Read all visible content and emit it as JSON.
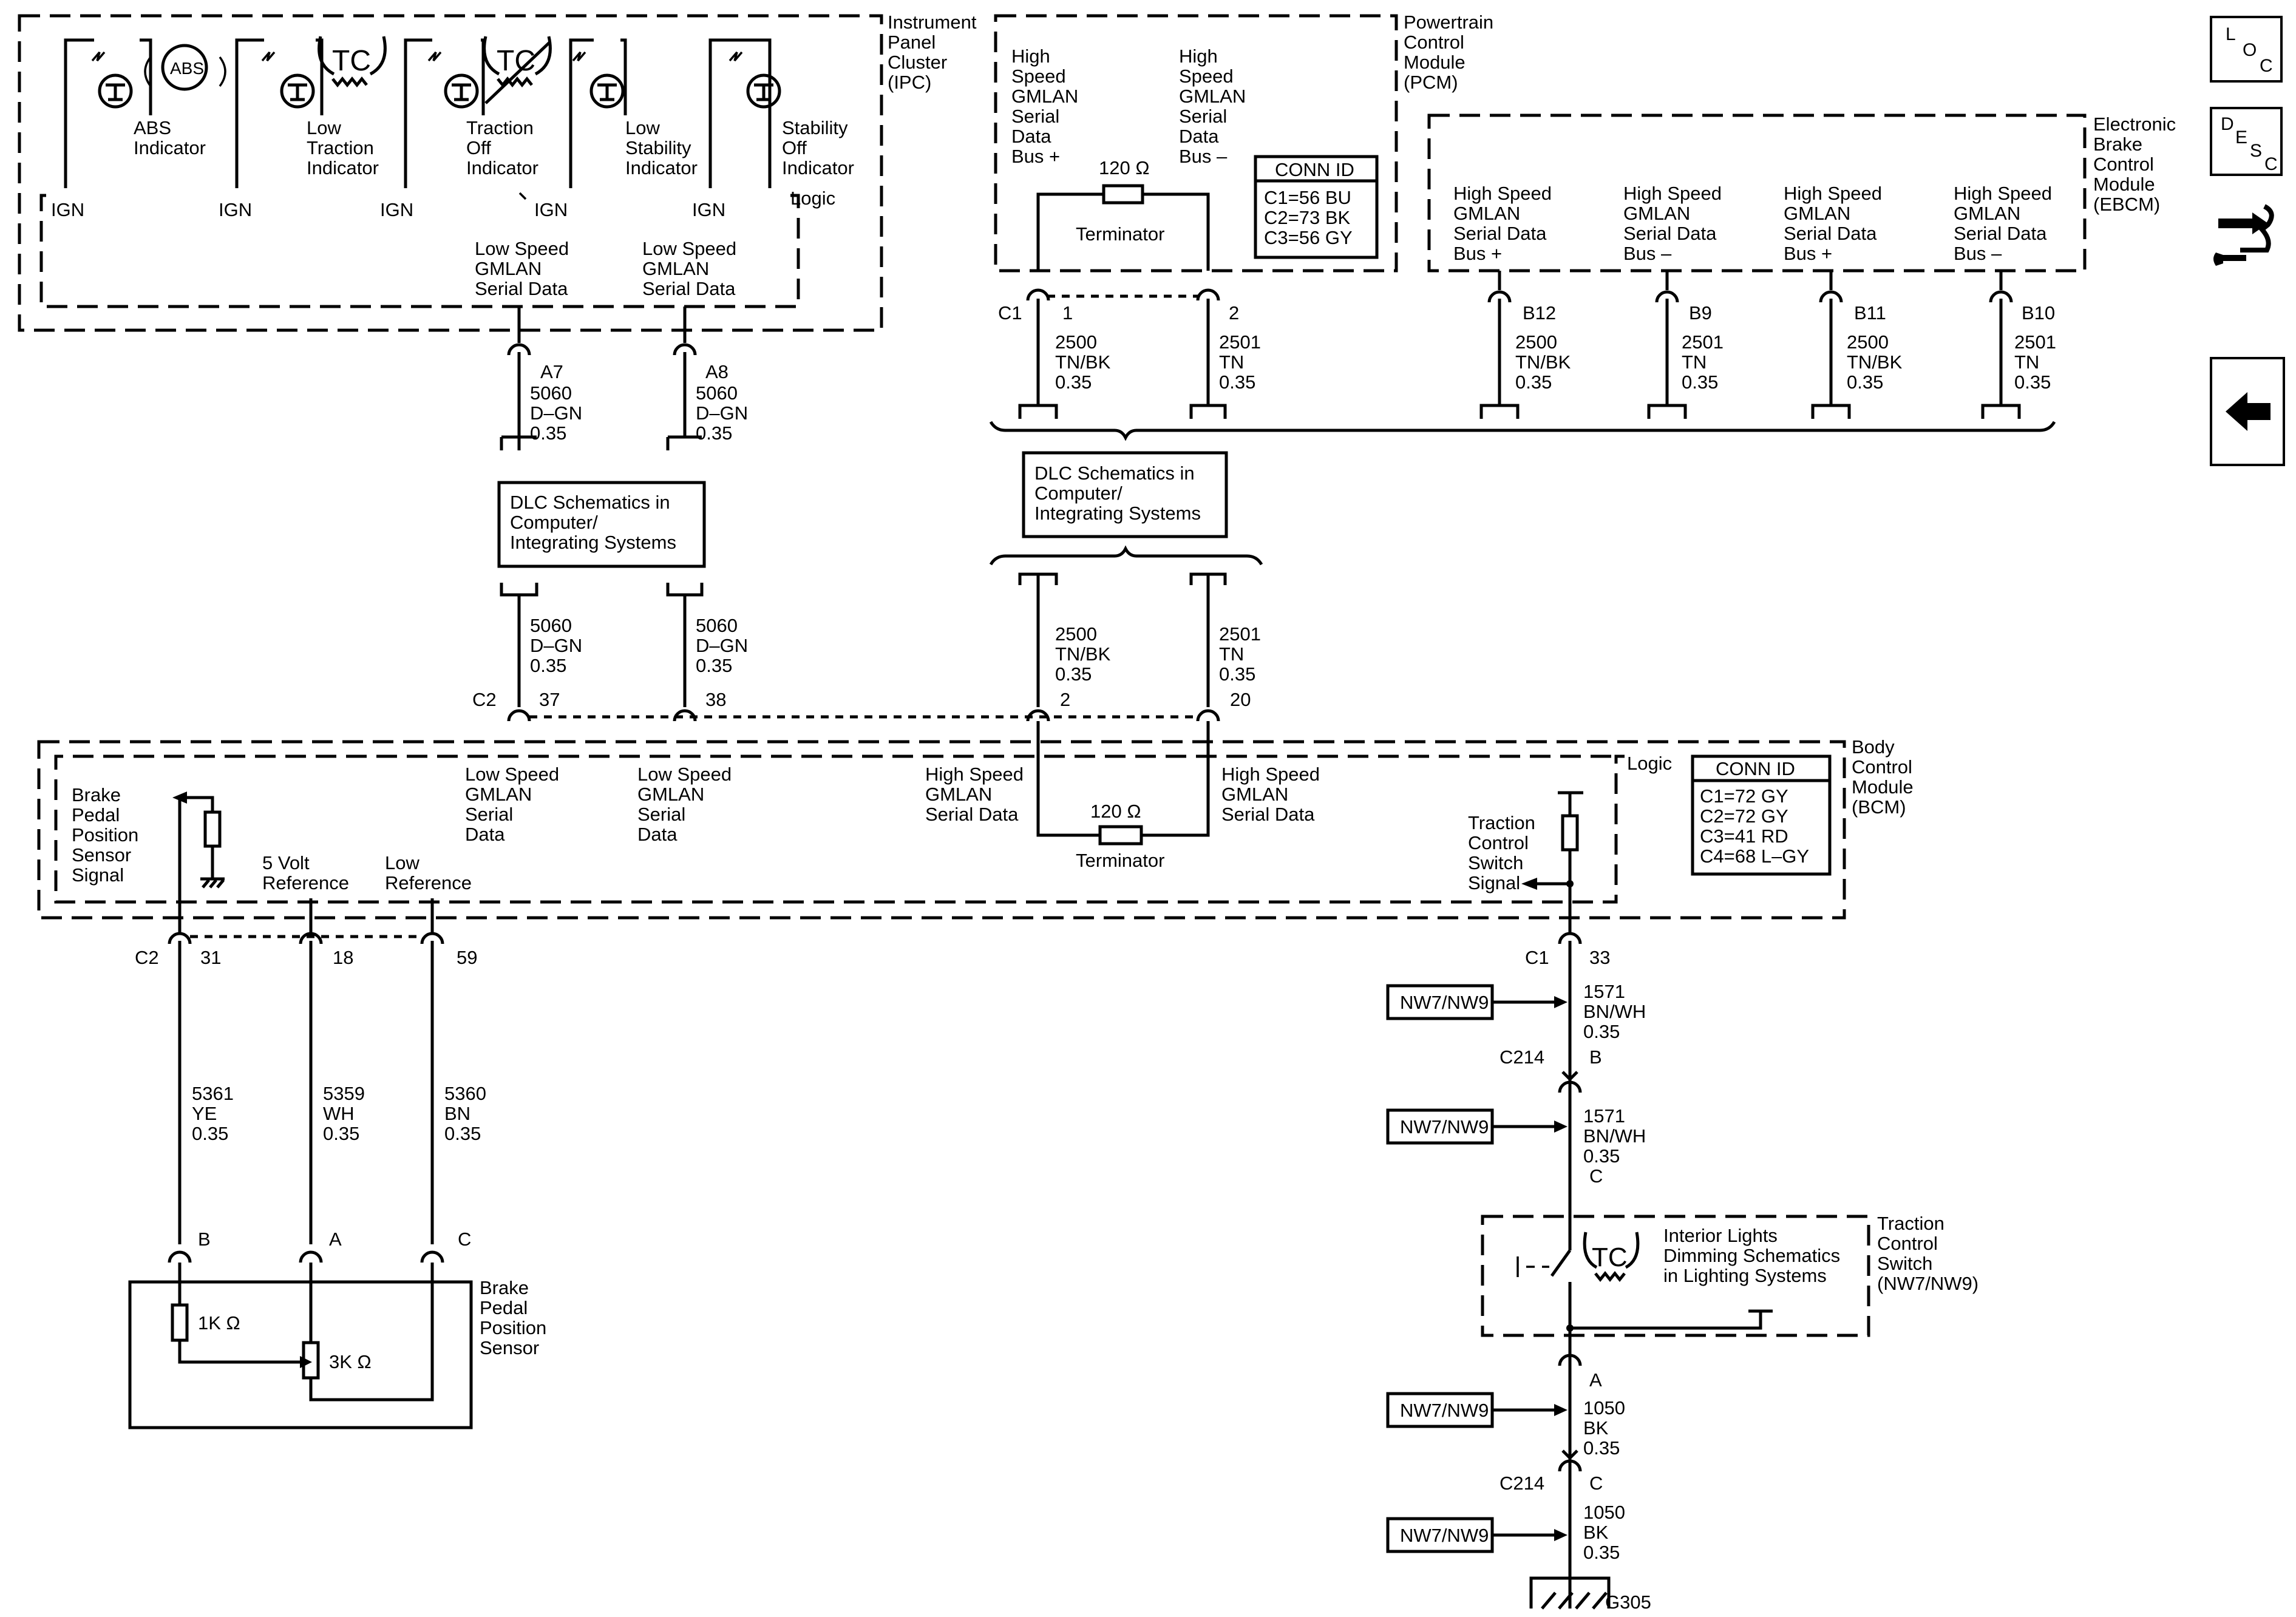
{
  "modules": {
    "ipc": {
      "name": [
        "Instrument",
        "Panel",
        "Cluster",
        "(IPC)"
      ],
      "logic": "Logic",
      "indicators": [
        {
          "label": [
            "ABS",
            "Indicator"
          ],
          "ign": "IGN",
          "icon": "abs-icon"
        },
        {
          "label": [
            "Low",
            "Traction",
            "Indicator"
          ],
          "ign": "IGN",
          "icon": "traction-control-icon"
        },
        {
          "label": [
            "Traction",
            "Off",
            "Indicator"
          ],
          "ign": "IGN",
          "icon": "traction-control-off-icon"
        },
        {
          "label": [
            "Low",
            "Stability",
            "Indicator"
          ],
          "ign": "IGN",
          "icon": "lamp-icon"
        },
        {
          "label": [
            "Stability",
            "Off",
            "Indicator"
          ],
          "ign": "IGN",
          "icon": "lamp-icon"
        }
      ],
      "abs_symbol": "ABS",
      "tc_symbol": "TC",
      "pins": [
        {
          "label": [
            "Low Speed",
            "GMLAN",
            "Serial Data"
          ],
          "pin": "A7"
        },
        {
          "label": [
            "Low Speed",
            "GMLAN",
            "Serial Data"
          ],
          "pin": "A8"
        }
      ]
    },
    "pcm": {
      "name": [
        "Powertrain",
        "Control",
        "Module",
        "(PCM)"
      ],
      "bus_plus": [
        "High",
        "Speed",
        "GMLAN",
        "Serial",
        "Data",
        "Bus +"
      ],
      "bus_minus": [
        "High",
        "Speed",
        "GMLAN",
        "Serial",
        "Data",
        "Bus –"
      ],
      "terminator_value": "120 Ω",
      "terminator_label": "Terminator",
      "conn_id_title": "CONN ID",
      "conn_ids": [
        "C1=56 BU",
        "C2=73 BK",
        "C3=56 GY"
      ],
      "connector": "C1",
      "pins": [
        "1",
        "2"
      ]
    },
    "ebcm": {
      "name": [
        "Electronic",
        "Brake",
        "Control",
        "Module",
        "(EBCM)"
      ],
      "pins": [
        {
          "label": [
            "High Speed",
            "GMLAN",
            "Serial Data",
            "Bus +"
          ],
          "pin": "B12",
          "circuit": "2500",
          "color": "TN/BK",
          "gauge": "0.35"
        },
        {
          "label": [
            "High Speed",
            "GMLAN",
            "Serial Data",
            "Bus –"
          ],
          "pin": "B9",
          "circuit": "2501",
          "color": "TN",
          "gauge": "0.35"
        },
        {
          "label": [
            "High Speed",
            "GMLAN",
            "Serial Data",
            "Bus +"
          ],
          "pin": "B11",
          "circuit": "2500",
          "color": "TN/BK",
          "gauge": "0.35"
        },
        {
          "label": [
            "High Speed",
            "GMLAN",
            "Serial Data",
            "Bus –"
          ],
          "pin": "B10",
          "circuit": "2501",
          "color": "TN",
          "gauge": "0.35"
        }
      ]
    },
    "bcm": {
      "name": [
        "Body",
        "Control",
        "Module",
        "(BCM)"
      ],
      "logic": "Logic",
      "conn_id_title": "CONN ID",
      "conn_ids": [
        "C1=72 GY",
        "C2=72 GY",
        "C3=41 RD",
        "C4=68 L–GY"
      ],
      "labels": {
        "lsd1": [
          "Low Speed",
          "GMLAN",
          "Serial",
          "Data"
        ],
        "lsd2": [
          "Low Speed",
          "GMLAN",
          "Serial",
          "Data"
        ],
        "hsd1": [
          "High Speed",
          "GMLAN",
          "Serial Data"
        ],
        "hsd2": [
          "High Speed",
          "GMLAN",
          "Serial Data"
        ],
        "brake": [
          "Brake",
          "Pedal",
          "Position",
          "Sensor",
          "Signal"
        ],
        "five_volt": [
          "5 Volt",
          "Reference"
        ],
        "low_ref": [
          "Low",
          "Reference"
        ],
        "tcs": [
          "Traction",
          "Control",
          "Switch",
          "Signal"
        ]
      },
      "terminator_value": "120 Ω",
      "terminator_label": "Terminator",
      "top_connector": "C2",
      "top_pins": [
        "37",
        "38",
        "2",
        "20"
      ],
      "bottom_connector": "C2",
      "bottom_pins": [
        "31",
        "18",
        "59"
      ],
      "c1_connector": "C1",
      "c1_pin": "33"
    },
    "dlc_box_text": [
      "DLC Schematics in",
      "Computer/",
      "Integrating Systems"
    ],
    "sensor": {
      "name": [
        "Brake",
        "Pedal",
        "Position",
        "Sensor"
      ],
      "pins": [
        "B",
        "A",
        "C"
      ],
      "r1": "1K Ω",
      "r2": "3K Ω"
    },
    "tc_switch": {
      "name": [
        "Traction",
        "Control",
        "Switch",
        "(NW7/NW9)"
      ],
      "note": [
        "Interior Lights",
        "Dimming Schematics",
        "in Lighting Systems"
      ],
      "symbol": "TC"
    }
  },
  "wires": {
    "ipc_a7": {
      "circuit": "5060",
      "color": "D–GN",
      "gauge": "0.35"
    },
    "ipc_a8": {
      "circuit": "5060",
      "color": "D–GN",
      "gauge": "0.35"
    },
    "pcm_1": {
      "circuit": "2500",
      "color": "TN/BK",
      "gauge": "0.35"
    },
    "pcm_2": {
      "circuit": "2501",
      "color": "TN",
      "gauge": "0.35"
    },
    "bcm_37": {
      "circuit": "5060",
      "color": "D–GN",
      "gauge": "0.35"
    },
    "bcm_38": {
      "circuit": "5060",
      "color": "D–GN",
      "gauge": "0.35"
    },
    "bcm_2": {
      "circuit": "2500",
      "color": "TN/BK",
      "gauge": "0.35"
    },
    "bcm_20": {
      "circuit": "2501",
      "color": "TN",
      "gauge": "0.35"
    },
    "bcm_31": {
      "circuit": "5361",
      "color": "YE",
      "gauge": "0.35"
    },
    "bcm_18": {
      "circuit": "5359",
      "color": "WH",
      "gauge": "0.35"
    },
    "bcm_59": {
      "circuit": "5360",
      "color": "BN",
      "gauge": "0.35"
    },
    "tcs_1": {
      "circuit": "1571",
      "color": "BN/WH",
      "gauge": "0.35"
    },
    "tcs_2": {
      "circuit": "1571",
      "color": "BN/WH",
      "gauge": "0.35"
    },
    "gnd_1": {
      "circuit": "1050",
      "color": "BK",
      "gauge": "0.35"
    },
    "gnd_2": {
      "circuit": "1050",
      "color": "BK",
      "gauge": "0.35"
    }
  },
  "inline": {
    "c214": "C214",
    "b": "B",
    "c": "C",
    "a": "A",
    "c2": "C"
  },
  "option_tag": "NW7/NW9",
  "ground": "G305",
  "nav": {
    "loc": [
      "L",
      "O",
      "C"
    ],
    "desc": [
      "D",
      "E",
      "S",
      "C"
    ]
  }
}
